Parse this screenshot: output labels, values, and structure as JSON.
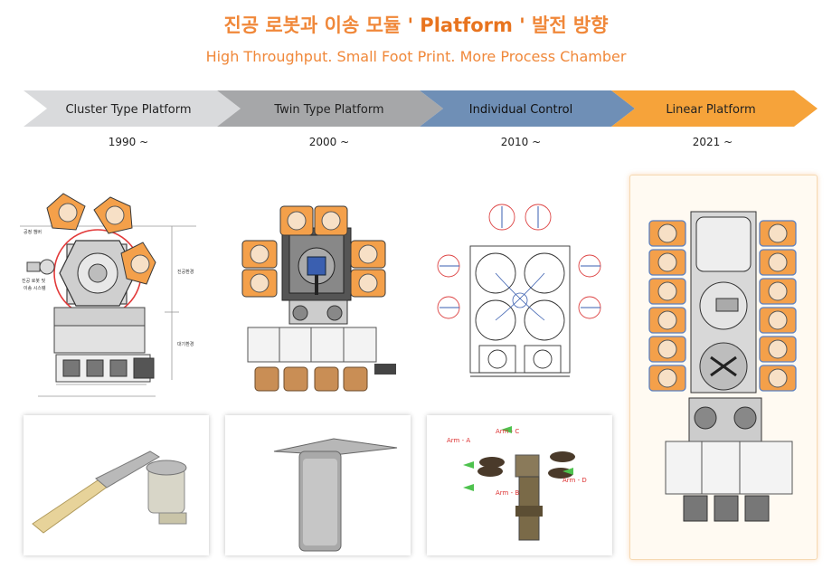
{
  "header": {
    "title_prefix": "진공 로봇과 이송 모듈 ",
    "title_highlight": "' Platform '",
    "title_suffix": " 발전 방향",
    "subtitle": "High Throughput. Small Foot Print. More Process Chamber"
  },
  "timeline": [
    {
      "label": "Cluster Type Platform",
      "year": "1990 ~",
      "color": "#d9dadc",
      "text_color": "#222222"
    },
    {
      "label": "Twin Type Platform",
      "year": "2000 ~",
      "color": "#a6a7a9",
      "text_color": "#222222"
    },
    {
      "label": "Individual Control",
      "year": "2010 ~",
      "color": "#6f8fb6",
      "text_color": "#111111"
    },
    {
      "label": "Linear Platform",
      "year": "2021 ~",
      "color": "#f6a33a",
      "text_color": "#222222"
    }
  ],
  "cluster_drawing": {
    "labels": [
      "공정 챔버",
      "진공 로봇 및",
      "이송 시스템",
      "진공환경",
      "대기환경"
    ]
  },
  "robot_arm_labels": [
    "Arm - A",
    "Arm - B",
    "Arm - C",
    "Arm - D"
  ],
  "colors": {
    "accent": "#f0883a",
    "chamber_orange": "#f4a04a",
    "chamber_blue": "#5a7fc0",
    "red_circle": "#e23a3a"
  }
}
